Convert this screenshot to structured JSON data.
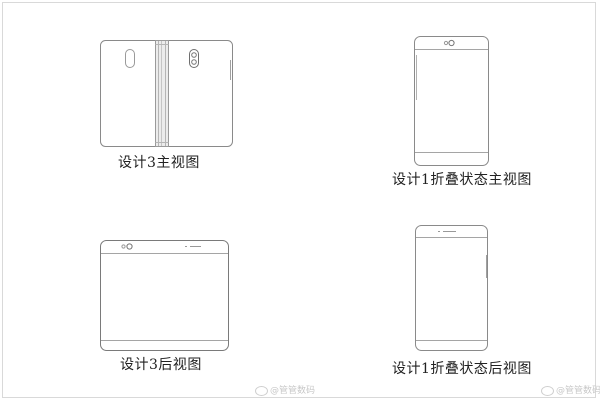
{
  "figures": [
    {
      "id": "design3-front",
      "caption": "设计3主视图"
    },
    {
      "id": "design1-folded-front",
      "caption": "设计1折叠状态主视图"
    },
    {
      "id": "design3-back",
      "caption": "设计3后视图"
    },
    {
      "id": "design1-folded-back",
      "caption": "设计1折叠状态后视图"
    }
  ],
  "watermarks": [
    {
      "text": "@管管数码"
    },
    {
      "text": "@管管数码"
    }
  ],
  "colors": {
    "line": "#8a8a8a",
    "hinge_fill": "#e6e6e6",
    "caption": "#222222",
    "background": "#ffffff",
    "frame": "#d9d9d9"
  }
}
